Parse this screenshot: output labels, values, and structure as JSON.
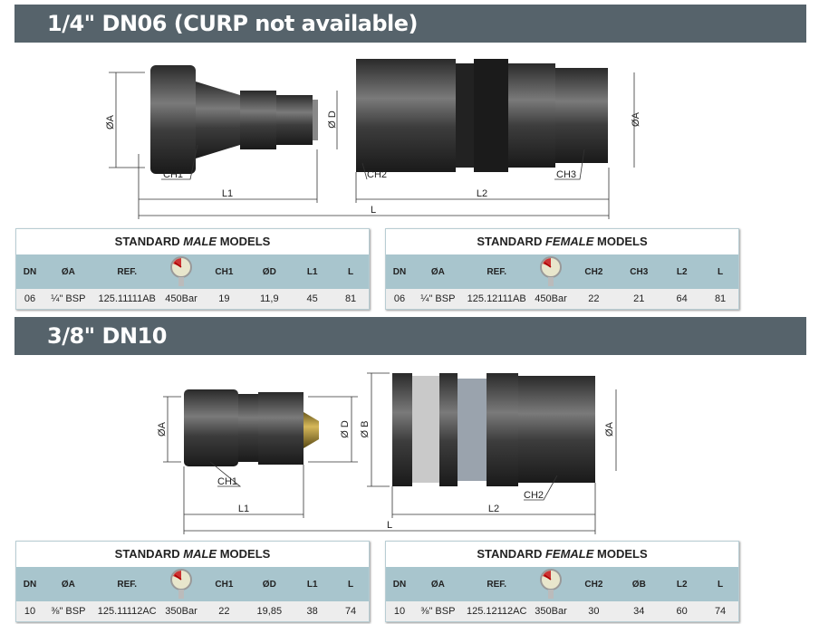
{
  "sections": [
    {
      "title": "1/4\" DN06 (CURP not available)",
      "diagram_labels": {
        "oa_left": "ØA",
        "od": "Ø D",
        "oa_right": "ØA",
        "ch1": "CH1",
        "ch2": "CH2",
        "ch3": "CH3",
        "l1": "L1",
        "l2": "L2",
        "l": "L"
      },
      "male": {
        "title_pre": "STANDARD ",
        "title_em": "MALE",
        "title_post": " MODELS",
        "headers": [
          "DN",
          "ØA",
          "REF.",
          "",
          "CH1",
          "ØD",
          "L1",
          "L"
        ],
        "row": [
          "06",
          "¼\" BSP",
          "125.11111AB",
          "450Bar",
          "19",
          "11,9",
          "45",
          "81"
        ]
      },
      "female": {
        "title_pre": "STANDARD ",
        "title_em": "FEMALE",
        "title_post": " MODELS",
        "headers": [
          "DN",
          "ØA",
          "REF.",
          "",
          "CH2",
          "CH3",
          "L2",
          "L"
        ],
        "row": [
          "06",
          "¼\" BSP",
          "125.12111AB",
          "450Bar",
          "22",
          "21",
          "64",
          "81"
        ]
      }
    },
    {
      "title": "3/8\" DN10",
      "diagram_labels": {
        "oa_left": "ØA",
        "od": "Ø D",
        "ob": "Ø B",
        "oa_right": "ØA",
        "ch1": "CH1",
        "ch2": "CH2",
        "l1": "L1",
        "l2": "L2",
        "l": "L"
      },
      "male": {
        "title_pre": "STANDARD ",
        "title_em": "MALE",
        "title_post": " MODELS",
        "headers": [
          "DN",
          "ØA",
          "REF.",
          "",
          "CH1",
          "ØD",
          "L1",
          "L"
        ],
        "row": [
          "10",
          "⅜\" BSP",
          "125.11112AC",
          "350Bar",
          "22",
          "19,85",
          "38",
          "74"
        ]
      },
      "female": {
        "title_pre": "STANDARD ",
        "title_em": "FEMALE",
        "title_post": " MODELS",
        "headers": [
          "DN",
          "ØA",
          "REF.",
          "",
          "CH2",
          "ØB",
          "L2",
          "L"
        ],
        "row": [
          "10",
          "⅜\" BSP",
          "125.12112AC",
          "350Bar",
          "30",
          "34",
          "60",
          "74"
        ]
      }
    }
  ]
}
